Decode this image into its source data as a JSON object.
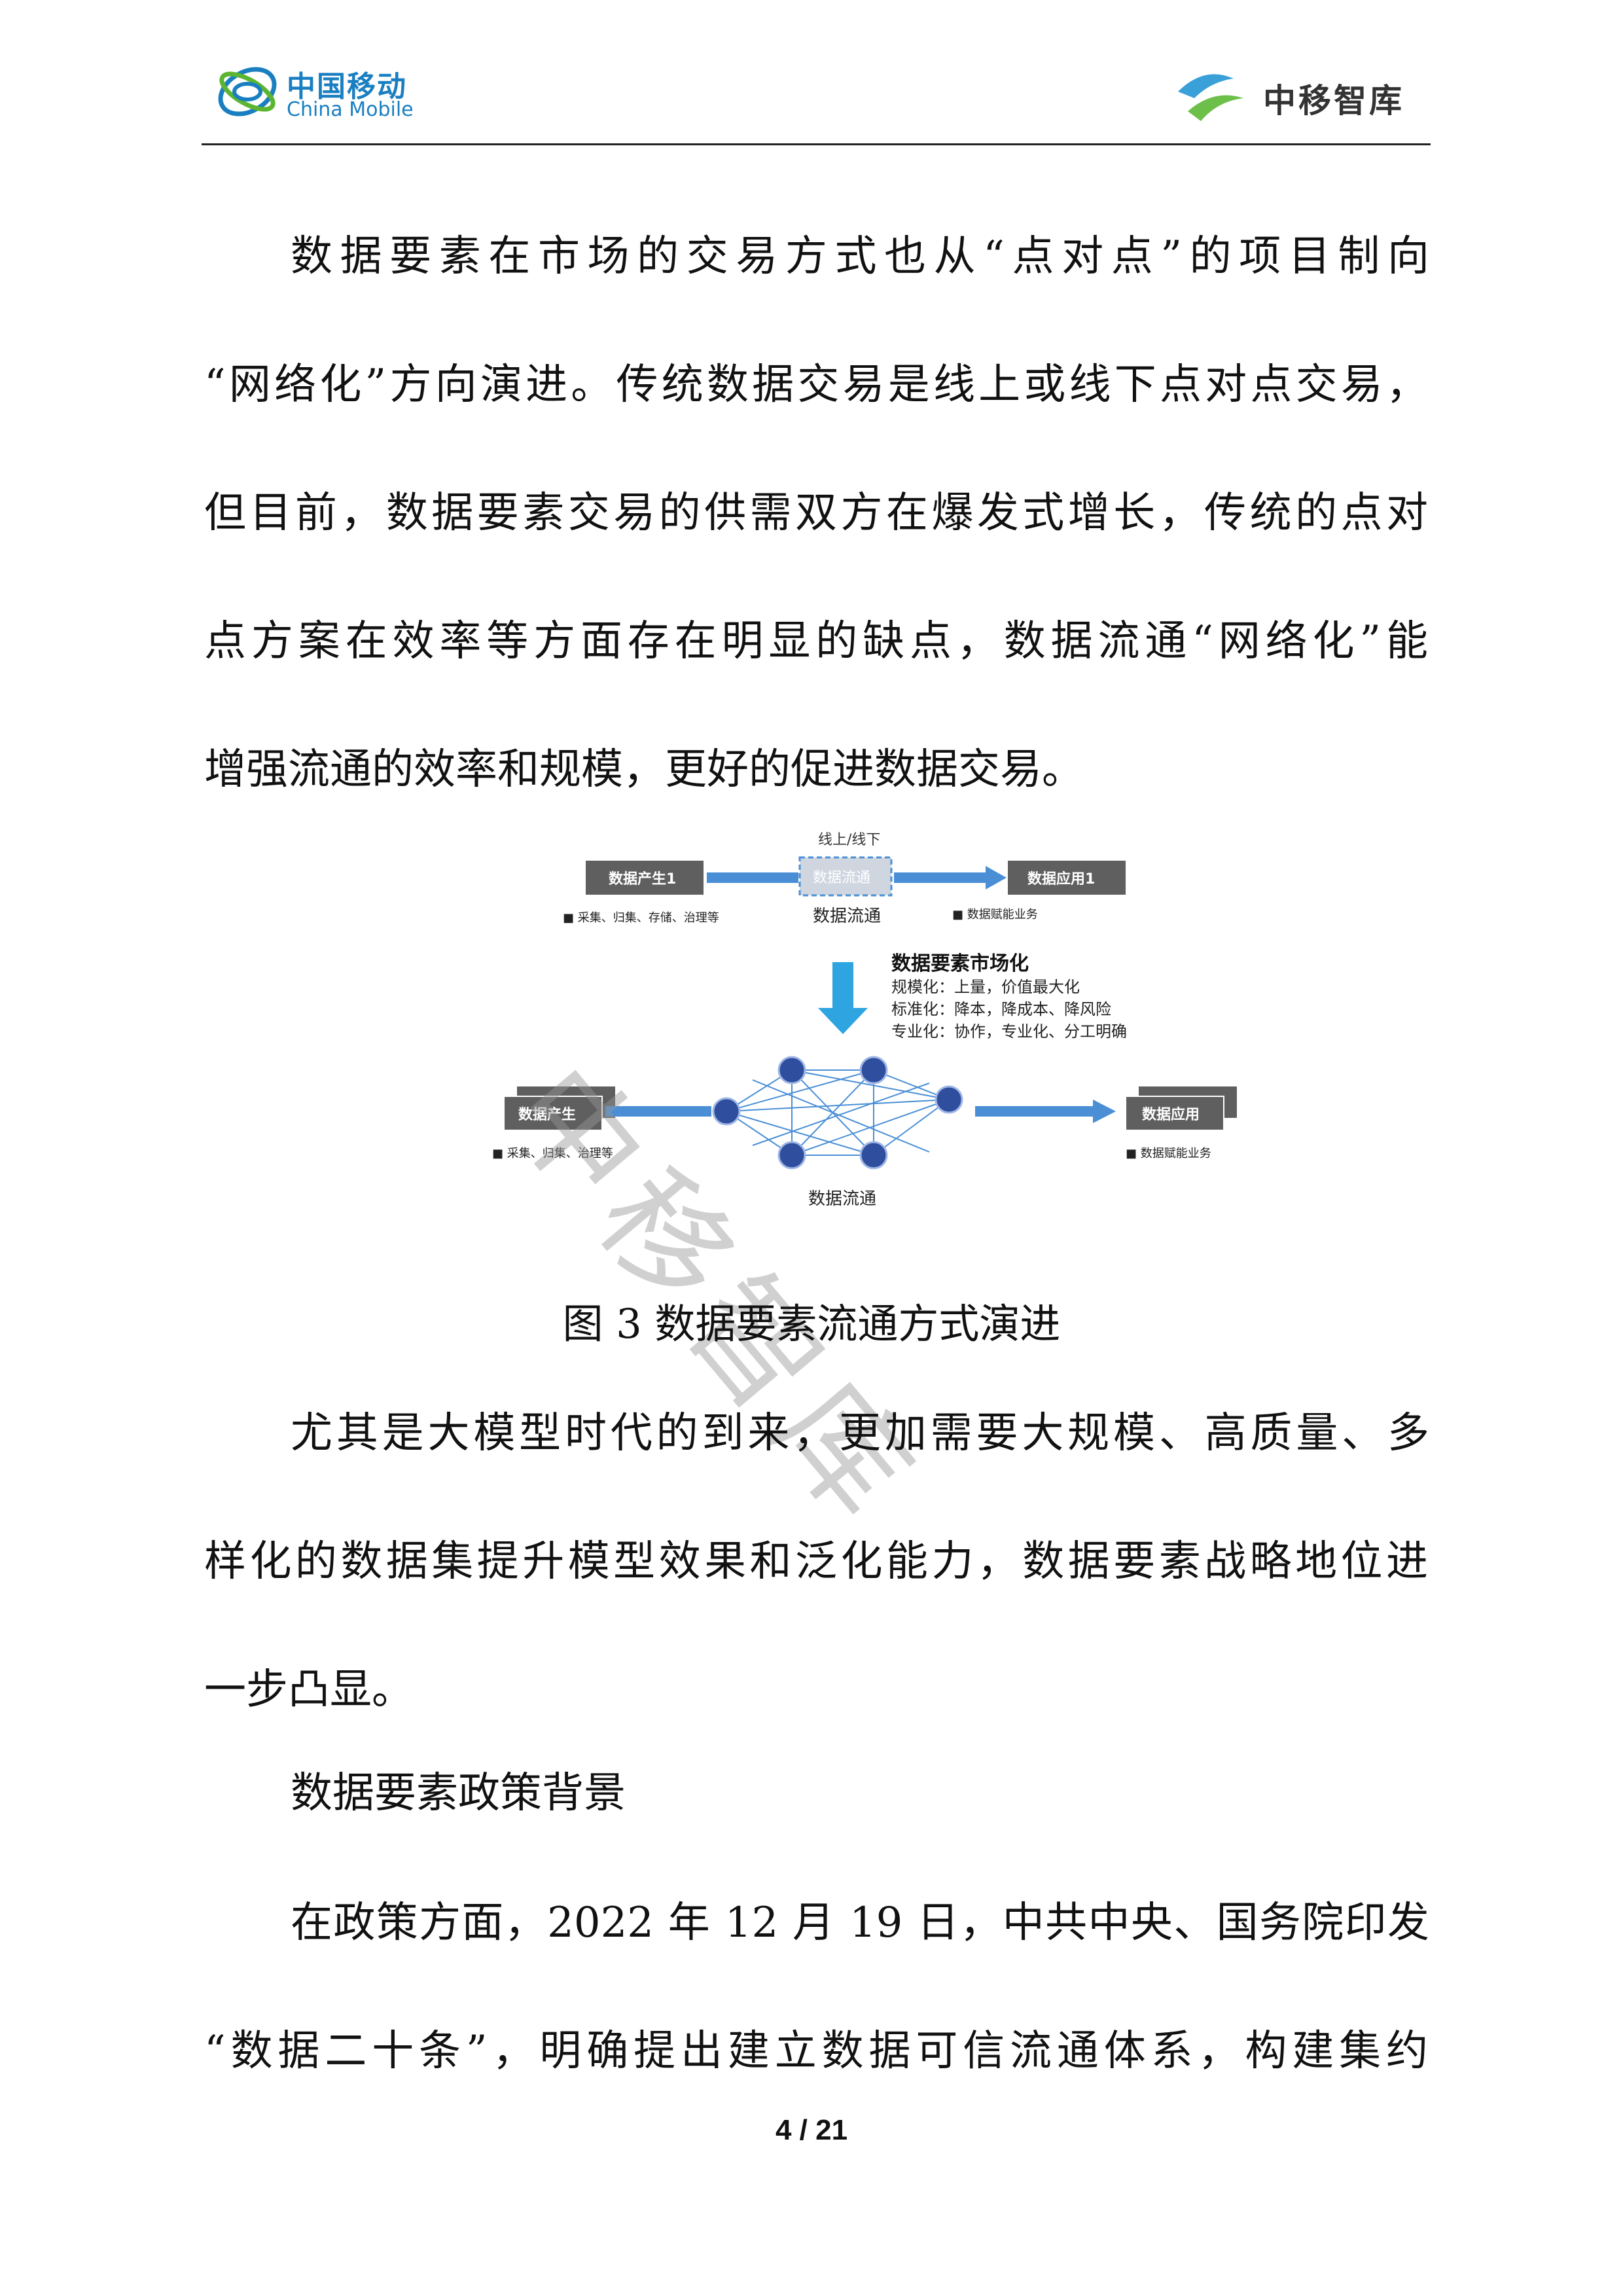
{
  "header": {
    "left_logo_zh": "中国移动",
    "left_logo_en": "China Mobile",
    "right_logo_text": "中移智库"
  },
  "paragraphs": [
    {
      "lines": [
        "数据要素在市场的交易方式也从“点对点”的项目制向",
        "“网络化”方向演进。传统数据交易是线上或线下点对点交易，",
        "但目前，数据要素交易的供需双方在爆发式增长，传统的点对",
        "点方案在效率等方面存在明显的缺点，数据流通“网络化”能",
        "增强流通的效率和规模，更好的促进数据交易。"
      ]
    },
    {
      "lines": [
        "尤其是大模型时代的到来，更加需要大规模、高质量、多",
        "样化的数据集提升模型效果和泛化能力，数据要素战略地位进",
        "一步凸显。"
      ]
    },
    {
      "lines": [
        "数据要素政策背景"
      ]
    },
    {
      "lines": [
        "在政策方面，2022 年 12 月 19 日，中共中央、国务院印发",
        "“数据二十条”，明确提出建立数据可信流通体系，构建集约"
      ]
    }
  ],
  "figure": {
    "caption": "图 3  数据要素流通方式演进",
    "top": {
      "label_online": "线上/线下",
      "box_producer": "数据产生1",
      "box_flow": "数据流通",
      "box_app": "数据应用1",
      "flow_label": "数据流通",
      "producer_note": "■ 采集、归集、存储、治理等",
      "app_note": "■ 数据赋能业务"
    },
    "market": {
      "title": "数据要素市场化",
      "line1": "规模化：上量，价值最大化",
      "line2": "标准化：降本，降成本、降风险",
      "line3": "专业化：协作，专业化、分工明确"
    },
    "bottom": {
      "box_producer": "数据产生",
      "box_app": "数据应用",
      "producer_note": "■ 采集、归集、治理等",
      "app_note": "■ 数据赋能业务",
      "flow_label": "数据流通"
    }
  },
  "watermark": "中移智库",
  "page_number": "4 / 21",
  "colors": {
    "brand_blue": "#1a7fc1",
    "box_gray": "#5f5f5f",
    "arrow_blue": "#4a8fd6",
    "node_blue": "#2f4f9e"
  }
}
